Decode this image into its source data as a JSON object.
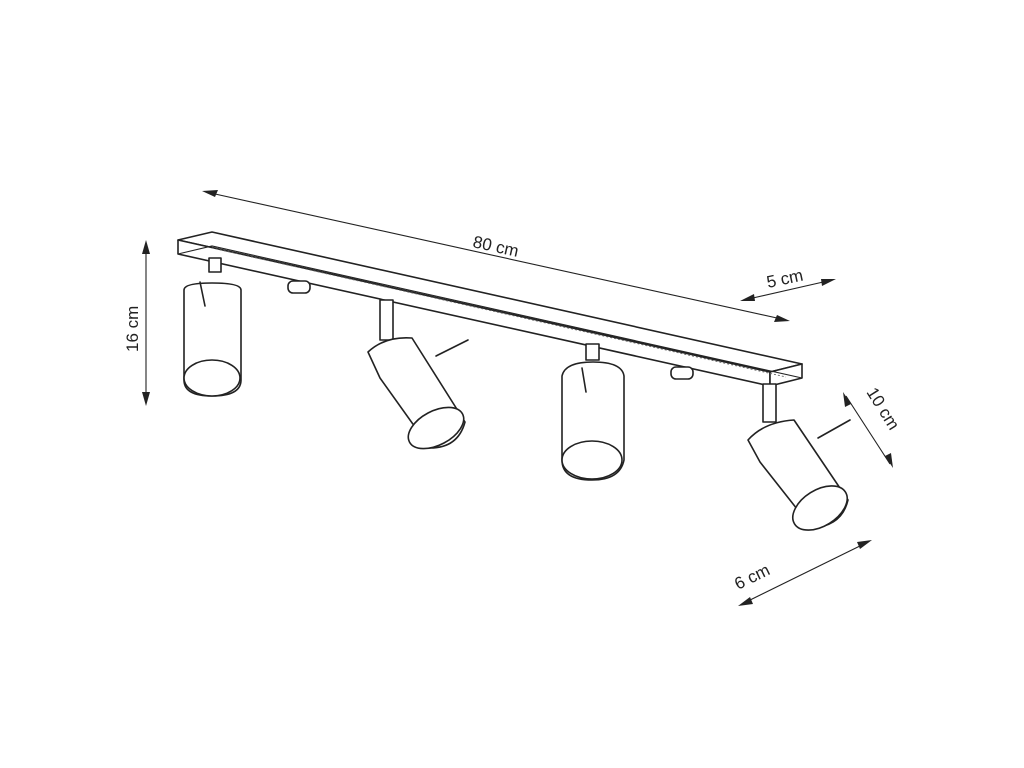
{
  "dimensions": {
    "length": "80 cm",
    "width": "5 cm",
    "height": "16 cm",
    "shade_length": "10 cm",
    "shade_diameter": "6 cm"
  },
  "colors": {
    "ink": "#222222",
    "background": "#ffffff"
  }
}
